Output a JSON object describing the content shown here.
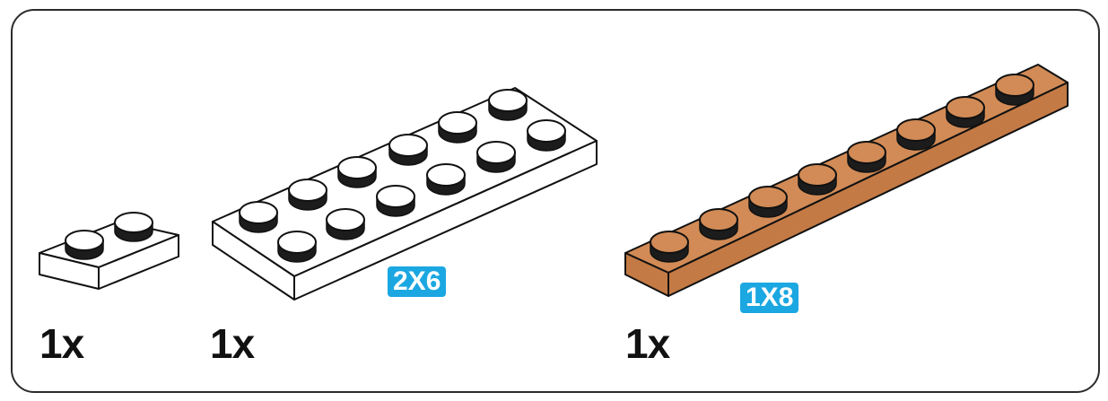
{
  "parts": [
    {
      "quantity_label": "1x",
      "size_label": "",
      "color": "#ffffff",
      "studs": 2
    },
    {
      "quantity_label": "1x",
      "size_label": "2X6",
      "color": "#ffffff",
      "studs": 12
    },
    {
      "quantity_label": "1x",
      "size_label": "1X8",
      "color": "#d28b56",
      "studs": 8
    }
  ],
  "colors": {
    "badge": "#1ba7e1",
    "outline": "#111111",
    "stud_top": "#1c1c1c",
    "brick_white": "#ffffff",
    "brick_orange": "#d28b56",
    "brick_orange_side": "#c47a45"
  }
}
